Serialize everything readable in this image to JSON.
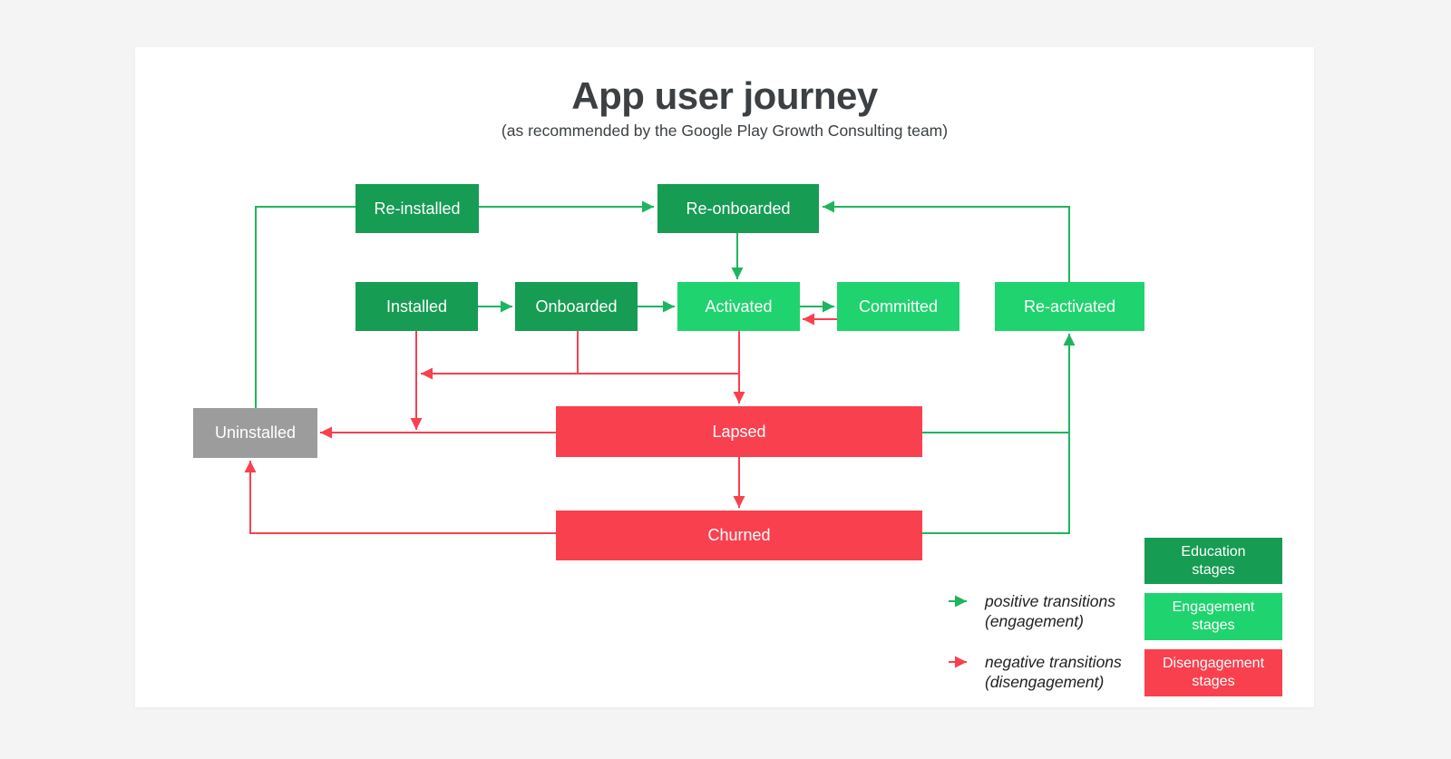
{
  "title": "App user journey",
  "subtitle": "(as recommended by the Google Play Growth Consulting team)",
  "colors": {
    "education_stage": "#169c53",
    "engagement_stage": "#1fd36e",
    "disengagement_stage": "#f9404e",
    "uninstalled_stage": "#9c9c9c",
    "positive_line": "#1eb55e",
    "negative_line": "#f9404e",
    "canvas": "#ffffff",
    "page_background": "#f4f4f4",
    "title_text": "#3c4043"
  },
  "nodes": [
    {
      "id": "re-installed",
      "label": "Re-installed",
      "stage_type": "education"
    },
    {
      "id": "re-onboarded",
      "label": "Re-onboarded",
      "stage_type": "education"
    },
    {
      "id": "installed",
      "label": "Installed",
      "stage_type": "education"
    },
    {
      "id": "onboarded",
      "label": "Onboarded",
      "stage_type": "education"
    },
    {
      "id": "activated",
      "label": "Activated",
      "stage_type": "engagement"
    },
    {
      "id": "committed",
      "label": "Committed",
      "stage_type": "engagement"
    },
    {
      "id": "re-activated",
      "label": "Re-activated",
      "stage_type": "engagement"
    },
    {
      "id": "uninstalled",
      "label": "Uninstalled",
      "stage_type": "neutral"
    },
    {
      "id": "lapsed",
      "label": "Lapsed",
      "stage_type": "disengagement"
    },
    {
      "id": "churned",
      "label": "Churned",
      "stage_type": "disengagement"
    }
  ],
  "edges": {
    "positive": [
      {
        "from": "uninstalled",
        "to": "re-installed"
      },
      {
        "from": "re-installed",
        "to": "re-onboarded"
      },
      {
        "from": "re-activated",
        "to": "re-onboarded"
      },
      {
        "from": "re-onboarded",
        "to": "activated"
      },
      {
        "from": "installed",
        "to": "onboarded"
      },
      {
        "from": "onboarded",
        "to": "activated"
      },
      {
        "from": "activated",
        "to": "committed"
      },
      {
        "from": "lapsed",
        "to": "re-activated"
      },
      {
        "from": "churned",
        "to": "re-activated"
      }
    ],
    "negative": [
      {
        "from": "committed",
        "to": "activated"
      },
      {
        "from": "installed",
        "to": "uninstalled"
      },
      {
        "from": "onboarded",
        "to": "uninstalled"
      },
      {
        "from": "activated",
        "to": "uninstalled"
      },
      {
        "from": "activated",
        "to": "lapsed"
      },
      {
        "from": "lapsed",
        "to": "uninstalled"
      },
      {
        "from": "lapsed",
        "to": "churned"
      },
      {
        "from": "churned",
        "to": "uninstalled"
      }
    ]
  },
  "legend": {
    "positive": {
      "line1": "positive transitions",
      "line2": "(engagement)"
    },
    "negative": {
      "line1": "negative transitions",
      "line2": "(disengagement)"
    },
    "stages": [
      {
        "line1": "Education",
        "line2": "stages",
        "type": "education"
      },
      {
        "line1": "Engagement",
        "line2": "stages",
        "type": "engagement"
      },
      {
        "line1": "Disengagement",
        "line2": "stages",
        "type": "disengagement"
      }
    ]
  }
}
